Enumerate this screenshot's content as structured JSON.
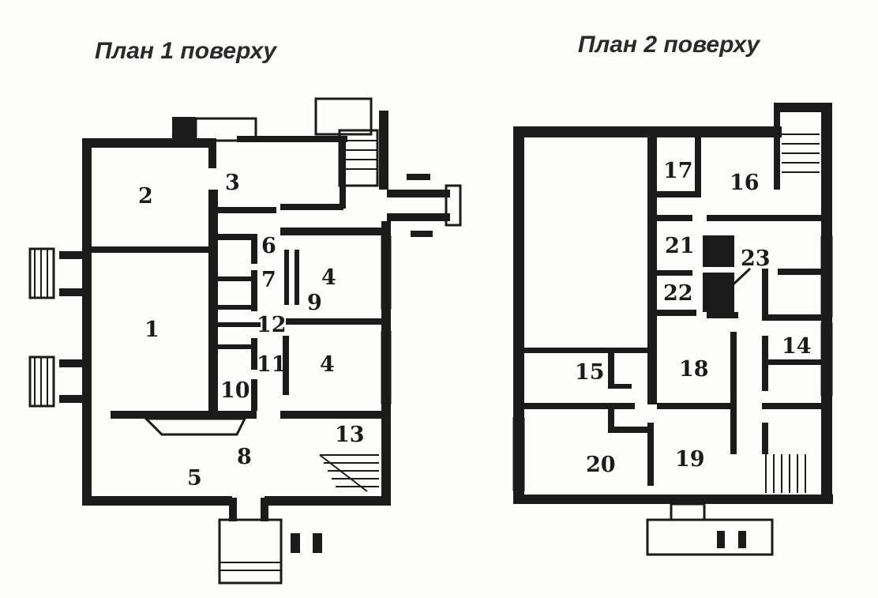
{
  "titles": {
    "floor1": "План 1 поверху",
    "floor2": "План 2 поверху"
  },
  "floor1": {
    "rooms": [
      {
        "id": "r1",
        "label": "1"
      },
      {
        "id": "r2",
        "label": "2"
      },
      {
        "id": "r3",
        "label": "3"
      },
      {
        "id": "r4a",
        "label": "4"
      },
      {
        "id": "r4b",
        "label": "4"
      },
      {
        "id": "r5",
        "label": "5"
      },
      {
        "id": "r6",
        "label": "6"
      },
      {
        "id": "r7",
        "label": "7"
      },
      {
        "id": "r8",
        "label": "8"
      },
      {
        "id": "r9",
        "label": "9"
      },
      {
        "id": "r10",
        "label": "10"
      },
      {
        "id": "r11",
        "label": "11"
      },
      {
        "id": "r12",
        "label": "12"
      },
      {
        "id": "r13",
        "label": "13"
      }
    ]
  },
  "floor2": {
    "rooms": [
      {
        "id": "r14",
        "label": "14"
      },
      {
        "id": "r15",
        "label": "15"
      },
      {
        "id": "r16",
        "label": "16"
      },
      {
        "id": "r17",
        "label": "17"
      },
      {
        "id": "r18",
        "label": "18"
      },
      {
        "id": "r19",
        "label": "19"
      },
      {
        "id": "r20",
        "label": "20"
      },
      {
        "id": "r21",
        "label": "21"
      },
      {
        "id": "r22",
        "label": "22"
      },
      {
        "id": "r23",
        "label": "23"
      }
    ]
  }
}
